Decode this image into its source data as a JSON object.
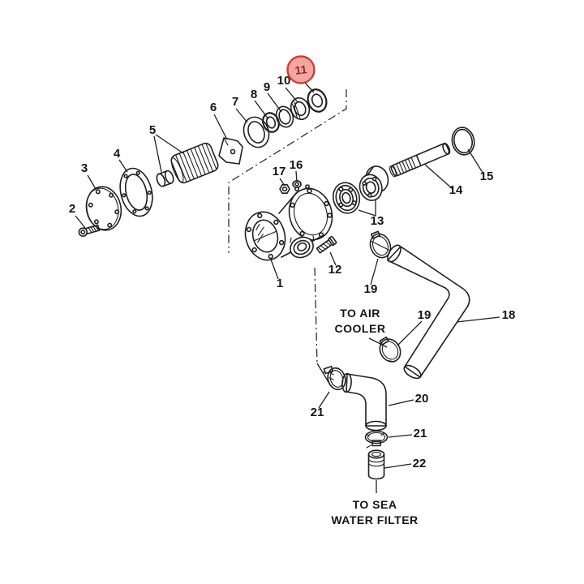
{
  "diagram": {
    "background": "#ffffff",
    "line_color": "#1f1f1f",
    "highlight": {
      "part": "11",
      "fill": "#f3a7a3",
      "stroke": "#c8403c",
      "text_color": "#9b241f"
    },
    "labels": {
      "p1": "1",
      "p2": "2",
      "p3": "3",
      "p4": "4",
      "p5": "5",
      "p6": "6",
      "p7": "7",
      "p8": "8",
      "p9": "9",
      "p10": "10",
      "p11": "11",
      "p12": "12",
      "p13": "13",
      "p14": "14",
      "p15": "15",
      "p16": "16",
      "p17": "17",
      "p18": "18",
      "p19a": "19",
      "p19b": "19",
      "p20": "20",
      "p21a": "21",
      "p21b": "21",
      "p22": "22"
    },
    "annotations": {
      "air_cooler_line1": "TO AIR",
      "air_cooler_line2": "COOLER",
      "sea_filter_line1": "TO SEA",
      "sea_filter_line2": "WATER FILTER"
    }
  }
}
